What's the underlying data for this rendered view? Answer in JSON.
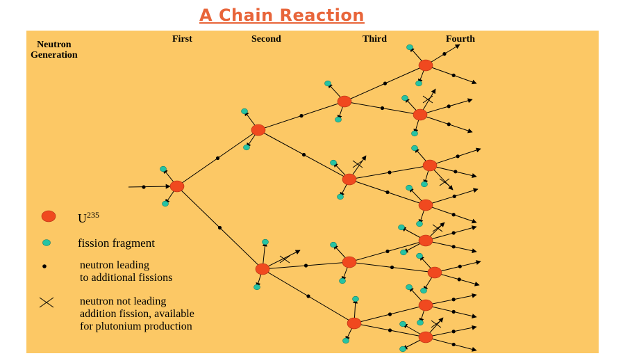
{
  "title": "A Chain Reaction",
  "colors": {
    "panel": "#FCC865",
    "title": "#E8653A",
    "nucleus": "#F0491F",
    "fragment": "#26C3A3",
    "ink": "#000000"
  },
  "generations": {
    "header": "Neutron Generation",
    "header_line1": "Neutron",
    "header_line2": "Generation",
    "labels": [
      "First",
      "Second",
      "Third",
      "Fourth"
    ]
  },
  "legend": {
    "u235_symbol": "U",
    "u235_mass": "235",
    "fragment": "fission fragment",
    "neutron_leading_line1": "neutron leading",
    "neutron_leading_line2": "to additional fissions",
    "neutron_not_line1": "neutron not leading",
    "neutron_not_line2": "addition fission, available",
    "neutron_not_line3": "for plutonium production"
  },
  "icons": {
    "nucleus": "red-circle-icon",
    "fragment": "teal-circle-icon",
    "neutron": "black-dot-icon",
    "lost_neutron": "x-mark-icon"
  }
}
